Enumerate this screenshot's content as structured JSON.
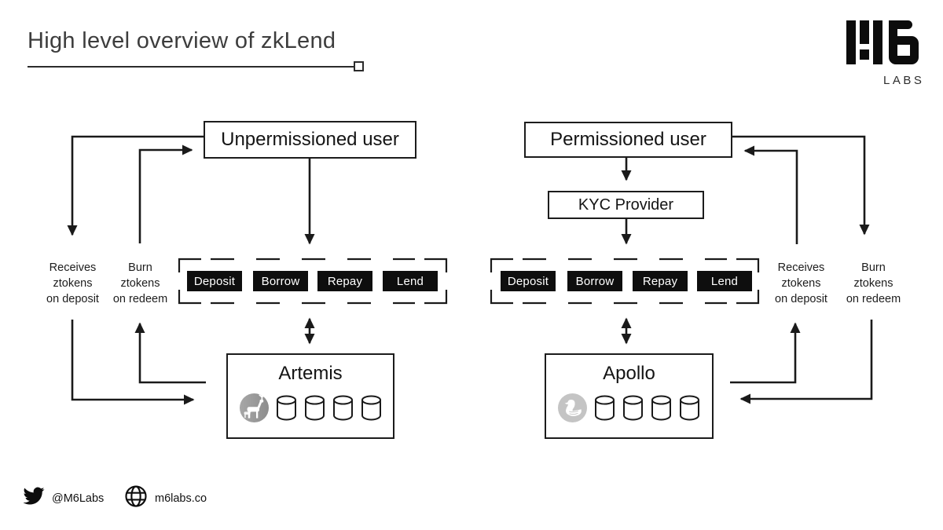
{
  "title": "High level overview of zkLend",
  "logo": {
    "six": "",
    "labs": "LABS"
  },
  "left": {
    "user": "Unpermissioned user",
    "receives": "Receives\nztokens\non deposit",
    "burn": "Burn\nztokens\non redeem",
    "actions": [
      "Deposit",
      "Borrow",
      "Repay",
      "Lend"
    ],
    "pool": "Artemis",
    "pool_icon": "deer-icon",
    "cylinder_count": 4
  },
  "right": {
    "user": "Permissioned user",
    "kyc": "KYC Provider",
    "receives": "Receives\nztokens\non deposit",
    "burn": "Burn\nztokens\non redeem",
    "actions": [
      "Deposit",
      "Borrow",
      "Repay",
      "Lend"
    ],
    "pool": "Apollo",
    "pool_icon": "swan-icon",
    "cylinder_count": 4
  },
  "footer": {
    "twitter": "@M6Labs",
    "website": "m6labs.co"
  },
  "colors": {
    "ink": "#1a1a1a",
    "chip_bg": "#0e0e0e",
    "chip_text": "#ffffff",
    "title_text": "#3d3d3d",
    "deer_circle": "#979797",
    "swan_circle": "#c4c4c4"
  }
}
